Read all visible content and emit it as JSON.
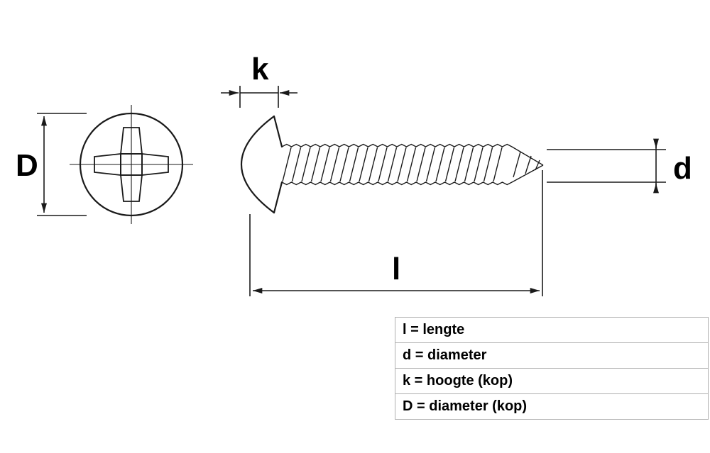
{
  "diagram": {
    "labels": {
      "head_diameter": "D",
      "head_height": "k",
      "thread_diameter": "d",
      "length": "l"
    }
  },
  "legend": {
    "rows": [
      "l = lengte",
      "d = diameter",
      "k = hoogte (kop)",
      "D = diameter (kop)"
    ]
  },
  "colors": {
    "line": "#1a1a1a",
    "background": "#ffffff",
    "legend_border": "#b0b0b0",
    "text": "#000000"
  }
}
